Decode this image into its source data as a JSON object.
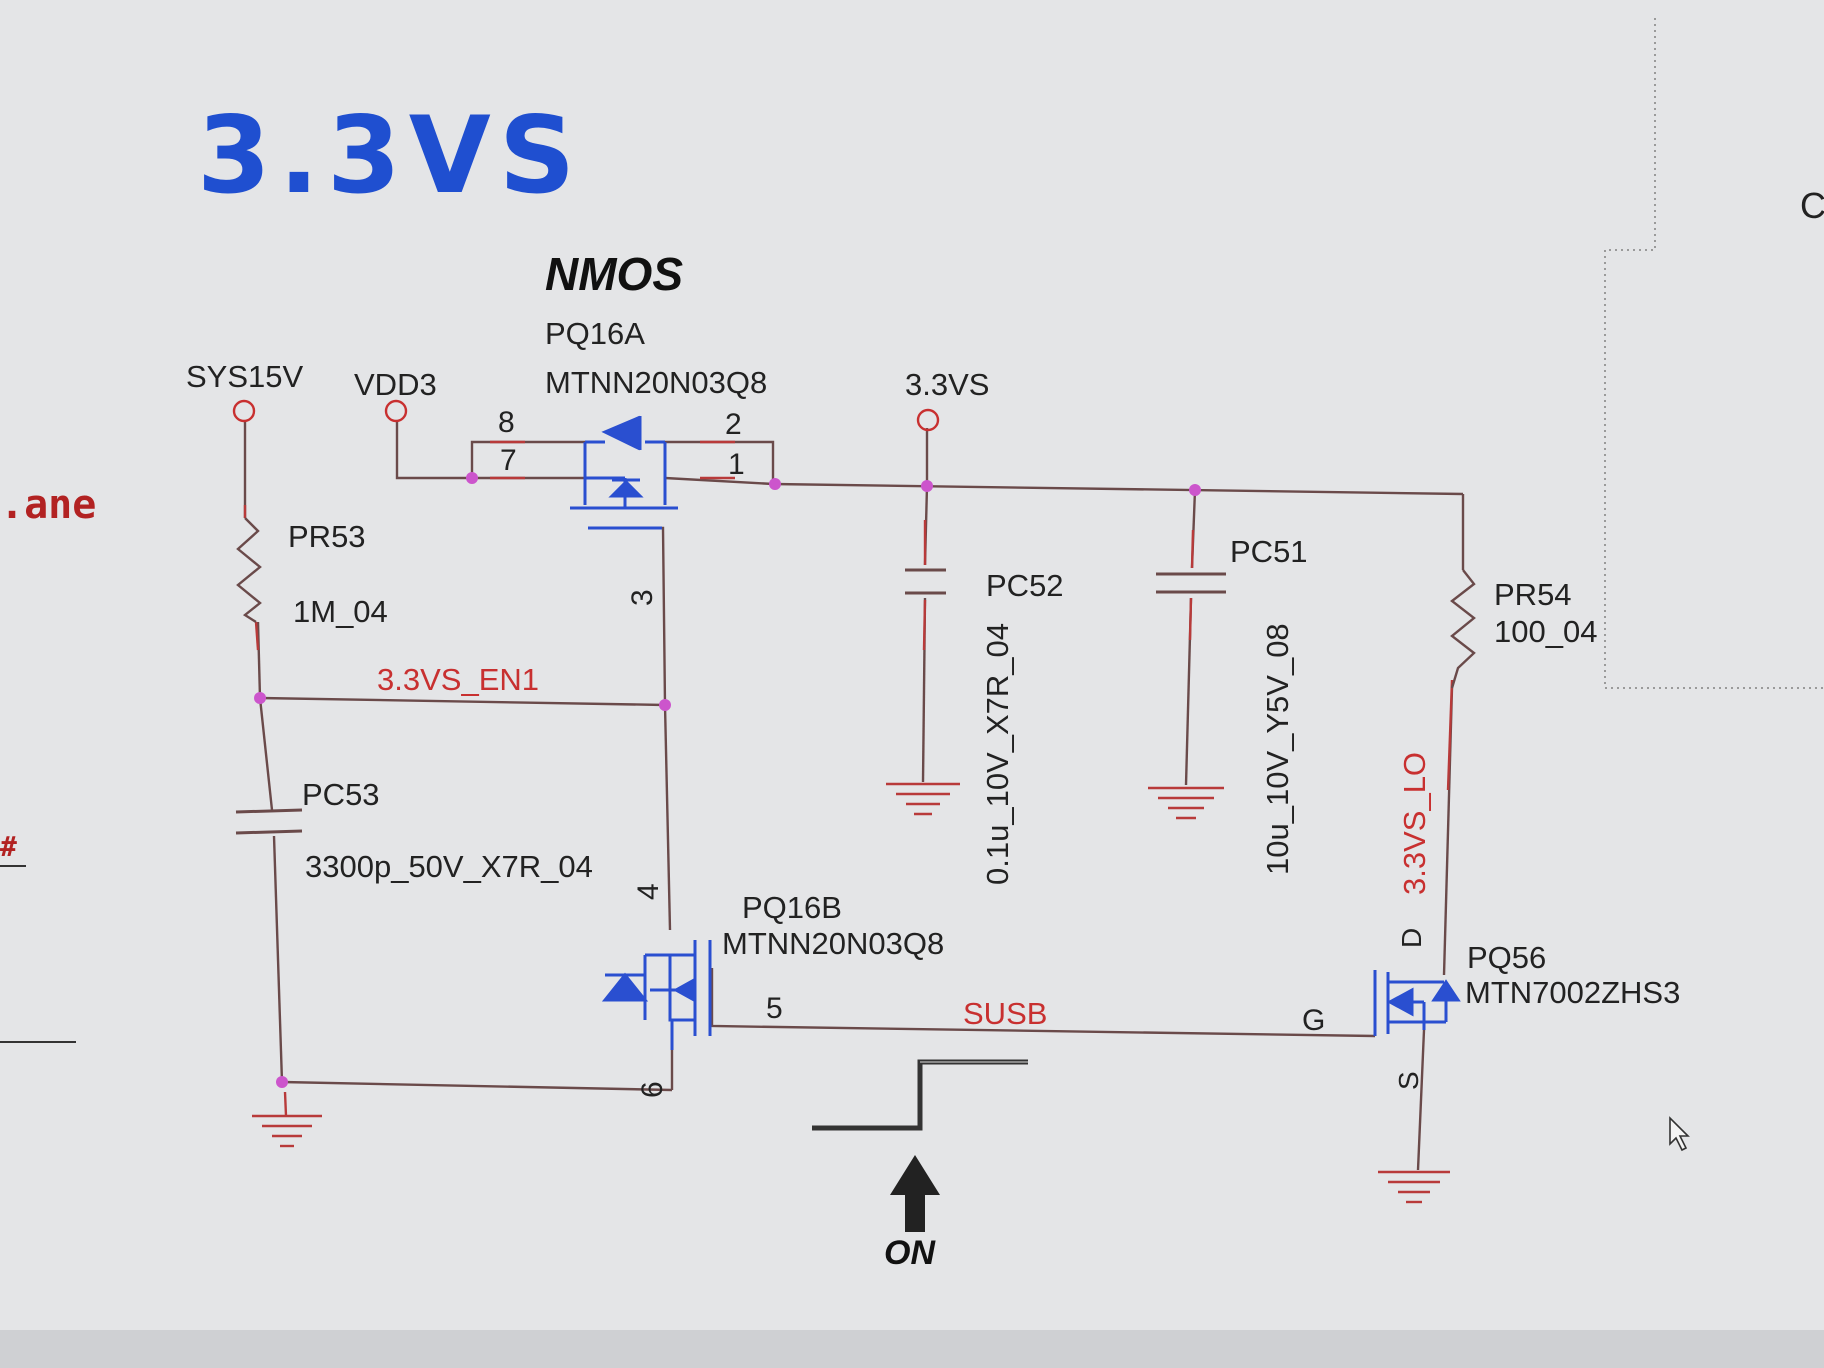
{
  "colors": {
    "background": "#e3e4e6",
    "wire": "#6a4a4a",
    "component": "#b83a3a",
    "junction": "#cc55cc",
    "title": "#1f4fd0",
    "transistor": "#2a4fd0",
    "net_label_red": "#c83030",
    "text": "#222222"
  },
  "title": "3.3VS",
  "transistor_type_label": "NMOS",
  "side_text": {
    "left_partial": ".ane",
    "left_hash": "#",
    "right_partial": "C"
  },
  "power_rails": {
    "sys15v": "SYS15V",
    "vdd3": "VDD3",
    "out_3v3s": "3.3VS"
  },
  "pq16a": {
    "ref": "PQ16A",
    "part": "MTNN20N03Q8",
    "pins": {
      "p8": "8",
      "p7": "7",
      "p2": "2",
      "p1": "1",
      "p3": "3"
    }
  },
  "pq16b": {
    "ref": "PQ16B",
    "part": "MTNN20N03Q8",
    "pins": {
      "p4": "4",
      "p5": "5",
      "p6": "6"
    }
  },
  "pq56": {
    "ref": "PQ56",
    "part": "MTN7002ZHS3",
    "pins": {
      "d": "D",
      "g": "G",
      "s": "S"
    }
  },
  "pr53": {
    "ref": "PR53",
    "value": "1M_04"
  },
  "pr54": {
    "ref": "PR54",
    "value": "100_04"
  },
  "pc53": {
    "ref": "PC53",
    "value": "3300p_50V_X7R_04"
  },
  "pc52": {
    "ref": "PC52",
    "value": "0.1u_10V_X7R_04"
  },
  "pc51": {
    "ref": "PC51",
    "value": "10u_10V_Y5V_08"
  },
  "nets": {
    "en1": "3.3VS_EN1",
    "susb": "SUSB",
    "lo": "3.3VS_LO"
  },
  "annotation": {
    "on_label": "ON"
  }
}
